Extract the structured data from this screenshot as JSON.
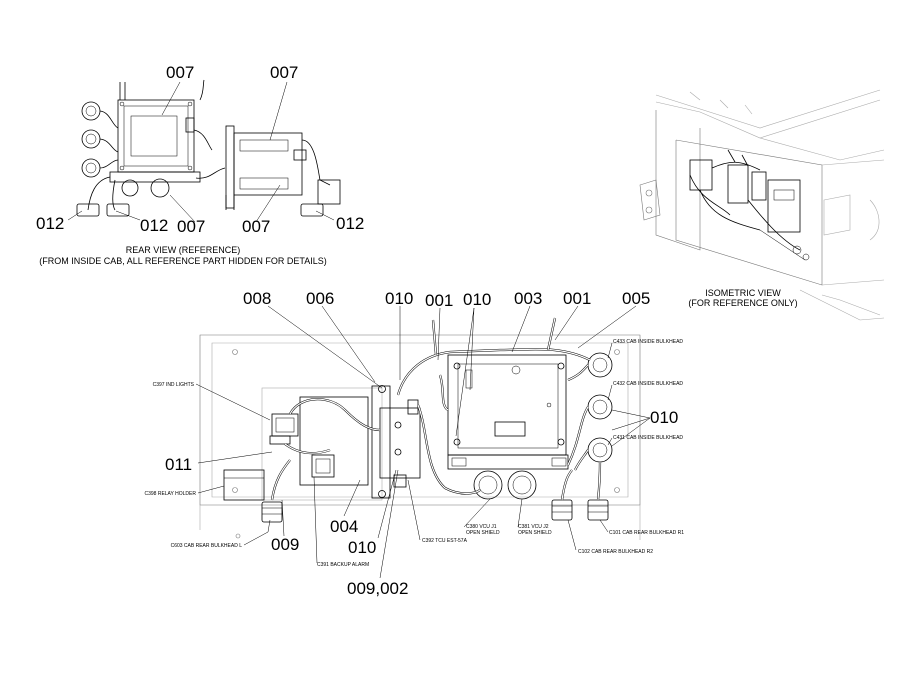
{
  "rear_view": {
    "callouts": [
      "007",
      "007",
      "012",
      "012",
      "007",
      "007",
      "012"
    ],
    "caption_line1": "REAR VIEW (REFERENCE)",
    "caption_line2": "(FROM INSIDE CAB, ALL REFERENCE PART HIDDEN FOR DETAILS)"
  },
  "isometric_view": {
    "caption_line1": "ISOMETRIC VIEW",
    "caption_line2": "(FOR REFERENCE ONLY)"
  },
  "main_view": {
    "callouts": {
      "c008": "008",
      "c006": "006",
      "c010_a": "010",
      "c001_a": "001",
      "c010_b": "010",
      "c003": "003",
      "c001_b": "001",
      "c005": "005",
      "c010_c": "010",
      "c011": "011",
      "c004": "004",
      "c009": "009",
      "c010_d": "010",
      "c009_002": "009,002"
    },
    "labels": {
      "c397": "C397 IND LIGHTS",
      "c398": "C398 RELAY HOLDER",
      "c603": "C603 CAB REAR BULKHEAD L",
      "c391": "C391 BACKUP ALARM",
      "c392": "C392 TCU EST-57A",
      "c380": "C380 VCU J1",
      "c380_sub": "OPEN SHIELD",
      "c381": "C381 VCU J2",
      "c381_sub": "OPEN SHIELD",
      "c102": "C102 CAB REAR BULKHEAD R2",
      "c101": "C101 CAB REAR BULKHEAD R1",
      "c433": "C433 CAB INSIDE BULKHEAD",
      "c432": "C432 CAB INSIDE BULKHEAD",
      "c431": "C431 CAB INSIDE BULKHEAD"
    }
  }
}
